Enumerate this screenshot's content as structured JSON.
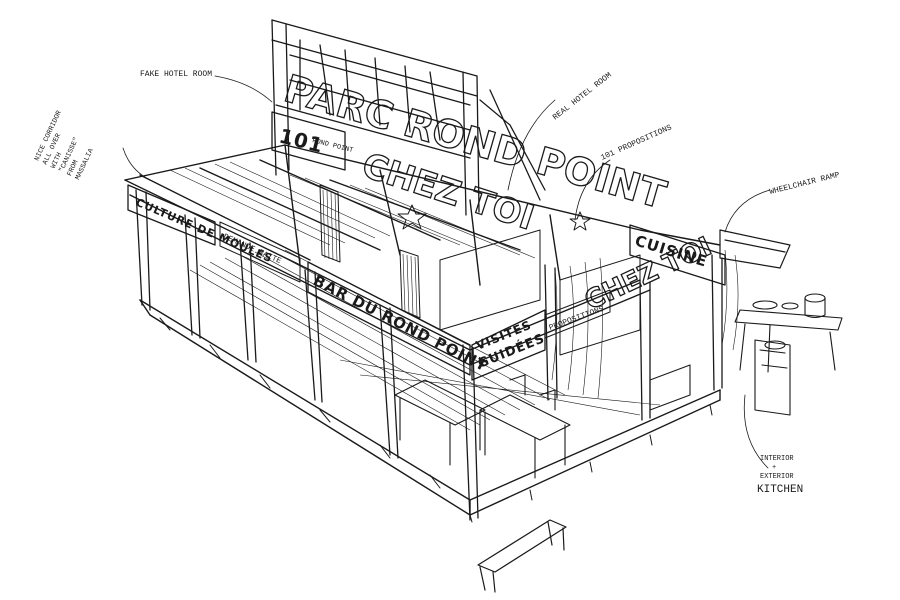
{
  "annotations": {
    "fake_hotel_room": "FAKE HOTEL ROOM",
    "real_hotel_room": "REAL HOTEL ROOM",
    "propositions": "101 PROPOSITIONS",
    "wheelchair_ramp": "WHEELCHAIR RAMP",
    "nice_corridor_line1": "NICE CORRIDOR",
    "nice_corridor_line2": "ALL OVER",
    "nice_corridor_line3": "WITH",
    "nice_corridor_line4": "\"CANISSE\"",
    "nice_corridor_line5": "FROM",
    "nice_corridor_line6": "MASSALIA",
    "kitchen_line1": "INTERIOR",
    "kitchen_line2": "+",
    "kitchen_line3": "EXTERIOR",
    "kitchen_line4": "KITCHEN"
  },
  "signs": {
    "main_billboard": "PARC ROND POINT",
    "chez_toi": "CHEZ TOI",
    "rond_point_101": "101",
    "rond_point_small": "ROND POINT",
    "culture": "CULTURE DE MOULES",
    "bar": "BAR DU ROND POINT",
    "visites_line1": "VISITES",
    "visites_line2": "GUIDÉES",
    "cuisine": "CUISINE",
    "chez_toi_2": "CHEZ TOI",
    "demande": "DEMANDE FAITE",
    "banner_small": "PROPOSITIONS"
  },
  "colors": {
    "ink": "#1a1a1a",
    "paper": "#ffffff"
  }
}
